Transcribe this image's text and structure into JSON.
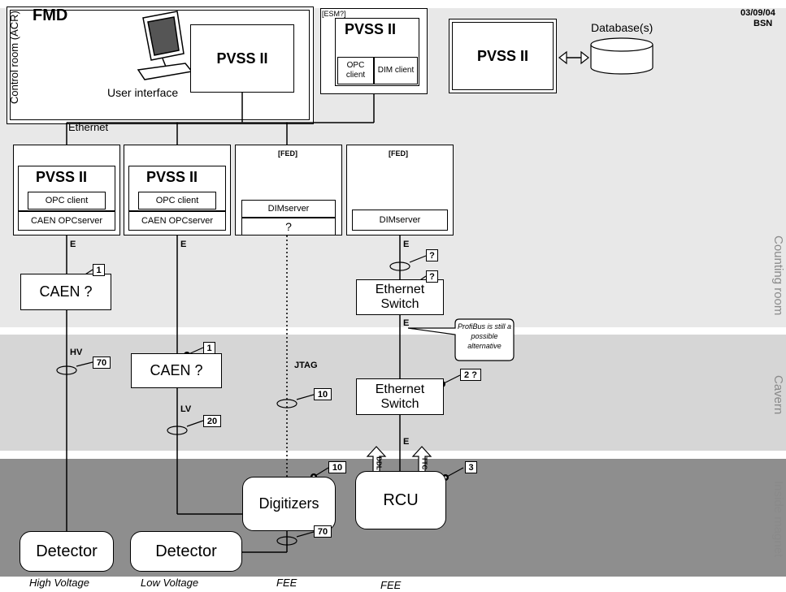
{
  "header": {
    "system": "FMD",
    "date": "03/09/04",
    "author": "BSN"
  },
  "zones": {
    "control_room": "Control room (ACR)",
    "counting_room": "Counting room",
    "cavern": "Cavern",
    "inside_magnet": "Inside magnet"
  },
  "top_row": {
    "user_interface_label": "User interface",
    "pvss_main": "PVSS II",
    "esm_tag": "[ESM?]",
    "pvss_esm": "PVSS II",
    "opc_client_esm": "OPC client",
    "dim_client_esm": "DIM client",
    "pvss_db": "PVSS II",
    "database_label": "Database(s)",
    "ethernet_label": "Ethernet"
  },
  "servers": {
    "hv": {
      "pvss": "PVSS II",
      "opc_client": "OPC client",
      "opc_server": "CAEN OPCserver"
    },
    "lv": {
      "pvss": "PVSS II",
      "opc_client": "OPC client",
      "opc_server": "CAEN OPCserver"
    },
    "fed1": {
      "tag": "[FED]",
      "dim_server": "DIMserver",
      "question": "?"
    },
    "fed2": {
      "tag": "[FED]",
      "dim_server": "DIMserver"
    }
  },
  "devices": {
    "caen_hv": {
      "label": "CAEN ?",
      "count": "1"
    },
    "caen_lv": {
      "label": "CAEN ?",
      "count": "1"
    },
    "switch_counting": {
      "label": "Ethernet Switch",
      "count": "?"
    },
    "switch_cavern": {
      "label": "Ethernet Switch",
      "count": "2 ?"
    },
    "digitizers": {
      "label": "Digitizers",
      "count": "10"
    },
    "rcu": {
      "label": "RCU",
      "count": "3"
    },
    "detector_hv": {
      "label": "Detector",
      "caption": "High Voltage"
    },
    "detector_lv": {
      "label": "Detector",
      "caption": "Low Voltage"
    }
  },
  "links": {
    "e": "E",
    "hv": "HV",
    "lv": "LV",
    "jtag": "JTAG",
    "ddl": "DDL",
    "ttc": "TTC",
    "cable_hv": "70",
    "cable_lv": "20",
    "cable_jtag": "10",
    "cable_fee": "70",
    "cable_eth": "?"
  },
  "captions": {
    "fee1": "FEE",
    "fee2": "FEE"
  },
  "callout": "ProfiBus is still a possible alternative"
}
